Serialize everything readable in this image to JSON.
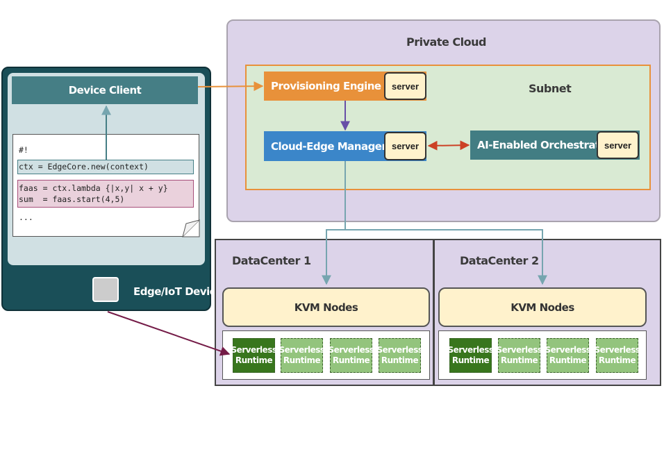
{
  "private_cloud": {
    "title": "Private Cloud",
    "subnet_title": "Subnet"
  },
  "services": {
    "provisioning_engine": {
      "label": "Provisioning Engine",
      "server": "server"
    },
    "cloud_edge_manager": {
      "label": "Cloud-Edge Manager",
      "server": "server"
    },
    "ai_orchestrator": {
      "label": "AI-Enabled Orchestrator",
      "server": "server"
    }
  },
  "edge_device": {
    "label": "Edge/IoT Device",
    "client_label": "Device Client",
    "code_lines": {
      "shebang": "#!",
      "ctx": "ctx = EdgeCore.new(context)",
      "faas": "faas = ctx.lambda {|x,y| x + y}",
      "sum": "sum  = faas.start(4,5)",
      "ellipsis": "..."
    }
  },
  "datacenters": [
    {
      "title": "DataCenter 1",
      "kvm_label": "KVM Nodes",
      "runtimes": [
        {
          "line1": "Serverless",
          "line2": "Runtime",
          "active": true
        },
        {
          "line1": "Serverless",
          "line2": "Runtime",
          "active": false
        },
        {
          "line1": "Serverless",
          "line2": "Runtime",
          "active": false
        },
        {
          "line1": "Serverless",
          "line2": "Runtime",
          "active": false
        }
      ]
    },
    {
      "title": "DataCenter 2",
      "kvm_label": "KVM Nodes",
      "runtimes": [
        {
          "line1": "Serverless",
          "line2": "Runtime",
          "active": true
        },
        {
          "line1": "Serverless",
          "line2": "Runtime",
          "active": false
        },
        {
          "line1": "Serverless",
          "line2": "Runtime",
          "active": false
        },
        {
          "line1": "Serverless",
          "line2": "Runtime",
          "active": false
        }
      ]
    }
  ],
  "colors": {
    "private_cloud_bg": "#dcd3e9",
    "subnet_bg": "#d9ead3",
    "subnet_border": "#e8913a",
    "provisioning": "#e8913a",
    "cloud_edge_manager": "#3b86c9",
    "orchestrator": "#427d83",
    "edge_device": "#1a4f58",
    "runtime_active": "#38761d",
    "runtime_idle": "#93c47d",
    "arrow_orange": "#e8913a",
    "arrow_purple": "#674ea7",
    "arrow_red": "#cc4125",
    "arrow_teal": "#76a5af",
    "arrow_maroon": "#741b47"
  }
}
